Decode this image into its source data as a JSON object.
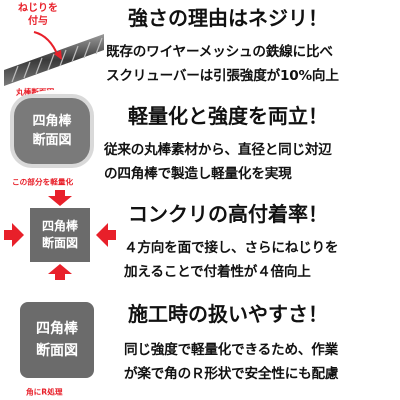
{
  "illustration": {
    "twist_note": "ねじりを\n付与",
    "round_section_label": "丸棒断面図",
    "square_section_label_1": "四角棒\n断面図",
    "light_note": "この部分を軽量化",
    "square_section_label_2": "四角棒\n断面図",
    "square_section_label_3": "四角棒\n断面図",
    "corner_note": "角にR処理",
    "accent_color": "#e8202a",
    "box_color": "#6b6b6b"
  },
  "sections": [
    {
      "headline": "強さの理由はネジリ！",
      "lines": [
        "既存のワイヤーメッシュの鉄線に比べ",
        "スクリューバーは引張強度が10%向上"
      ]
    },
    {
      "headline": "軽量化と強度を両立！",
      "lines": [
        "従来の丸棒素材から、直径と同じ対辺",
        "の四角棒で製造し軽量化を実現"
      ]
    },
    {
      "headline": "コンクリの高付着率！",
      "lines": [
        "４方向を面で接し、さらにねじりを",
        "加えることで付着性が４倍向上"
      ]
    },
    {
      "headline": "施工時の扱いやすさ！",
      "lines": [
        "同じ強度で軽量化できるため、作業",
        "が楽で角のＲ形状で安全性にも配慮"
      ]
    }
  ]
}
